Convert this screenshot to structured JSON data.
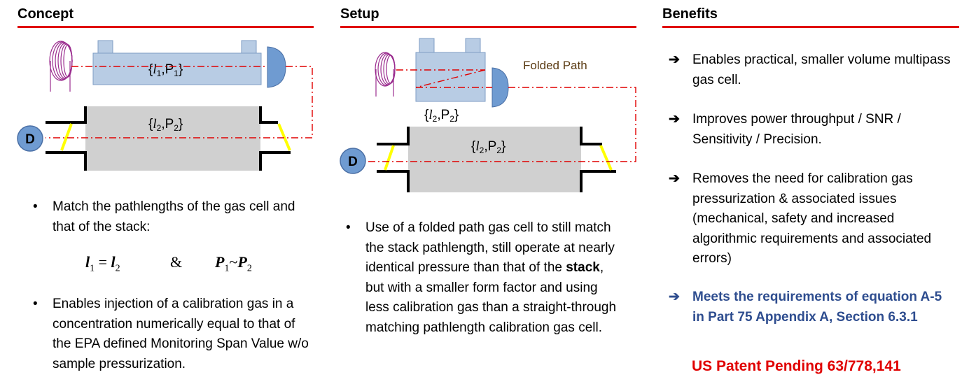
{
  "concept": {
    "title": "Concept",
    "cell_label_l": "l",
    "cell_label_sub1": "1",
    "cell_label_p": ",P",
    "stack_label_l": "l",
    "stack_label_sub2": "2",
    "stack_label_p": ",P",
    "detector": "D",
    "bullet1": "Match the pathlengths of the gas cell and that of the stack:",
    "eq_l1": "l",
    "eq_l1_sub": "1",
    "eq_equals": " = ",
    "eq_l2": "l",
    "eq_l2_sub": "2",
    "eq_amp": "&",
    "eq_p1": "P",
    "eq_p1_sub": "1",
    "eq_sim": "~",
    "eq_p2": "P",
    "eq_p2_sub": "2",
    "bullet2": "Enables injection of a calibration gas in a concentration numerically equal to that of the EPA defined Monitoring Span Value w/o sample pressurization."
  },
  "setup": {
    "title": "Setup",
    "folded_label": "Folded Path",
    "detector": "D",
    "bullet1_pre": "Use of a folded path gas cell to still match the stack pathlength, still operate at nearly identical pressure than that of the ",
    "bullet1_bold": "stack",
    "bullet1_post": ", but with a smaller form factor and using less calibration gas than a straight-through matching pathlength calibration gas cell."
  },
  "benefits": {
    "title": "Benefits",
    "items": [
      "Enables practical, smaller volume multipass gas cell.",
      "Improves power throughput / SNR / Sensitivity / Precision.",
      "Removes the need for calibration gas pressurization & associated issues (mechanical, safety and increased algorithmic requirements and associated errors)",
      "Meets the requirements of equation A-5 in Part 75 Appendix A, Section 6.3.1"
    ],
    "arrow": "➔",
    "patent": "US Patent Pending 63/778,141"
  },
  "colors": {
    "accent_red": "#e00000",
    "cell_blue": "#b8cce4",
    "stack_gray": "#d0d0d0",
    "detector_blue": "#6f9bd1",
    "benefit_blue": "#2e4d8f",
    "beam_red": "#e00000",
    "coil_purple": "#9b2d8f",
    "window_yellow": "#ffff00"
  }
}
